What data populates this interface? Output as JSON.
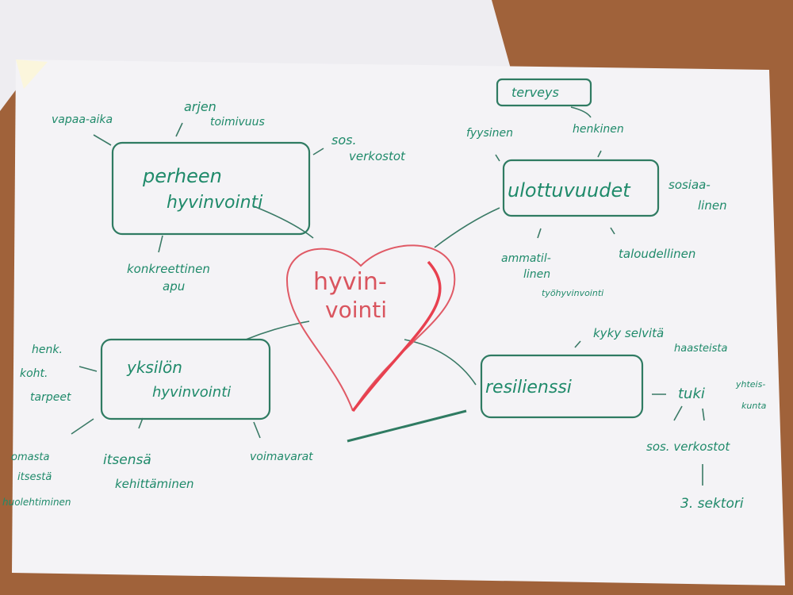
{
  "center": {
    "line1": "hyvin-",
    "line2": "vointi"
  },
  "nodes": {
    "perheen": {
      "title1": "perheen",
      "title2": "hyvinvointi",
      "branches": [
        "vapaa-aika",
        "arjen",
        "toimivuus",
        "sos.",
        "verkostot",
        "konkreettinen",
        "apu"
      ]
    },
    "ulottuvuudet": {
      "title": "ulottuvuudet",
      "health_box": "terveys",
      "branches": [
        "fyysinen",
        "henkinen",
        "sosiaa-",
        "linen",
        "taloudellinen",
        "ammatil-",
        "linen",
        "työhyvinvointi"
      ]
    },
    "yksilon": {
      "title1": "yksilön",
      "title2": "hyvinvointi",
      "branches": [
        "henk.",
        "koht.",
        "tarpeet",
        "omasta",
        "itsestä",
        "huolehtiminen",
        "itsensä",
        "kehittäminen",
        "voimavarat"
      ]
    },
    "resilienssi": {
      "title": "resilienssi",
      "branches": [
        "kyky selvitä",
        "haasteista",
        "tuki",
        "yhteis-",
        "kunta",
        "sos. verkostot",
        "3. sektori"
      ]
    }
  },
  "colors": {
    "marker_green": "#1f8a6a",
    "marker_red": "#d9545e",
    "paper": "#f4f3f6",
    "table": "#a0623a"
  }
}
